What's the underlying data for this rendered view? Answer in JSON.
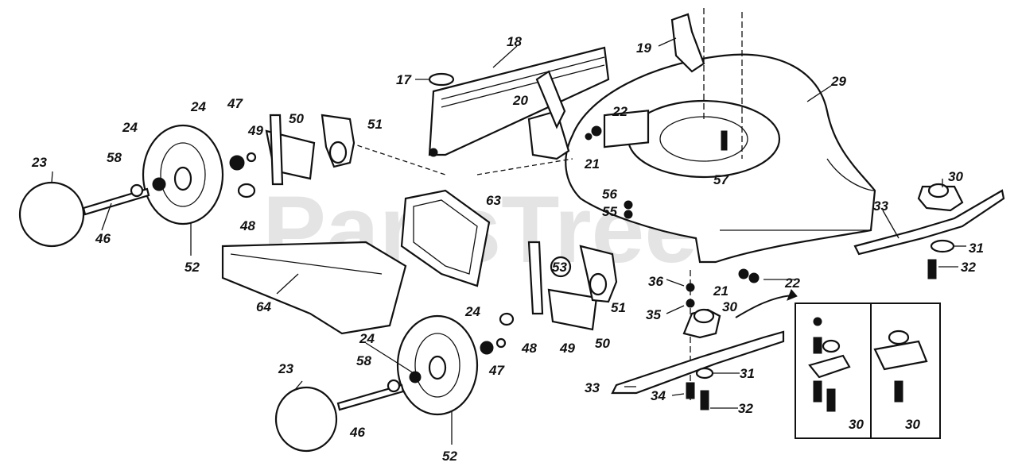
{
  "watermark": "PartsTree",
  "callouts": [
    {
      "id": "c-18",
      "text": "18"
    },
    {
      "id": "c-19",
      "text": "19"
    },
    {
      "id": "c-17",
      "text": "17"
    },
    {
      "id": "c-20",
      "text": "20"
    },
    {
      "id": "c-29",
      "text": "29"
    },
    {
      "id": "c-22a",
      "text": "22"
    },
    {
      "id": "c-21a",
      "text": "21"
    },
    {
      "id": "c-57",
      "text": "57"
    },
    {
      "id": "c-56",
      "text": "56"
    },
    {
      "id": "c-55",
      "text": "55"
    },
    {
      "id": "c-24a",
      "text": "24"
    },
    {
      "id": "c-47a",
      "text": "47"
    },
    {
      "id": "c-49a",
      "text": "49"
    },
    {
      "id": "c-50a",
      "text": "50"
    },
    {
      "id": "c-51a",
      "text": "51"
    },
    {
      "id": "c-24b",
      "text": "24"
    },
    {
      "id": "c-23a",
      "text": "23"
    },
    {
      "id": "c-58a",
      "text": "58"
    },
    {
      "id": "c-46a",
      "text": "46"
    },
    {
      "id": "c-48a",
      "text": "48"
    },
    {
      "id": "c-52a",
      "text": "52"
    },
    {
      "id": "c-63",
      "text": "63"
    },
    {
      "id": "c-64",
      "text": "64"
    },
    {
      "id": "c-53",
      "text": "53"
    },
    {
      "id": "c-51b",
      "text": "51"
    },
    {
      "id": "c-36",
      "text": "36"
    },
    {
      "id": "c-35",
      "text": "35"
    },
    {
      "id": "c-21b",
      "text": "21"
    },
    {
      "id": "c-22b",
      "text": "22"
    },
    {
      "id": "c-30a",
      "text": "30"
    },
    {
      "id": "c-30b",
      "text": "30"
    },
    {
      "id": "c-33a",
      "text": "33"
    },
    {
      "id": "c-31a",
      "text": "31"
    },
    {
      "id": "c-32a",
      "text": "32"
    },
    {
      "id": "c-24c",
      "text": "24"
    },
    {
      "id": "c-24d",
      "text": "24"
    },
    {
      "id": "c-47b",
      "text": "47"
    },
    {
      "id": "c-48b",
      "text": "48"
    },
    {
      "id": "c-49b",
      "text": "49"
    },
    {
      "id": "c-50b",
      "text": "50"
    },
    {
      "id": "c-23b",
      "text": "23"
    },
    {
      "id": "c-58b",
      "text": "58"
    },
    {
      "id": "c-46b",
      "text": "46"
    },
    {
      "id": "c-52b",
      "text": "52"
    },
    {
      "id": "c-33b",
      "text": "33"
    },
    {
      "id": "c-31b",
      "text": "31"
    },
    {
      "id": "c-34",
      "text": "34"
    },
    {
      "id": "c-32b",
      "text": "32"
    },
    {
      "id": "c-30c",
      "text": "30"
    },
    {
      "id": "c-30d",
      "text": "30"
    }
  ]
}
